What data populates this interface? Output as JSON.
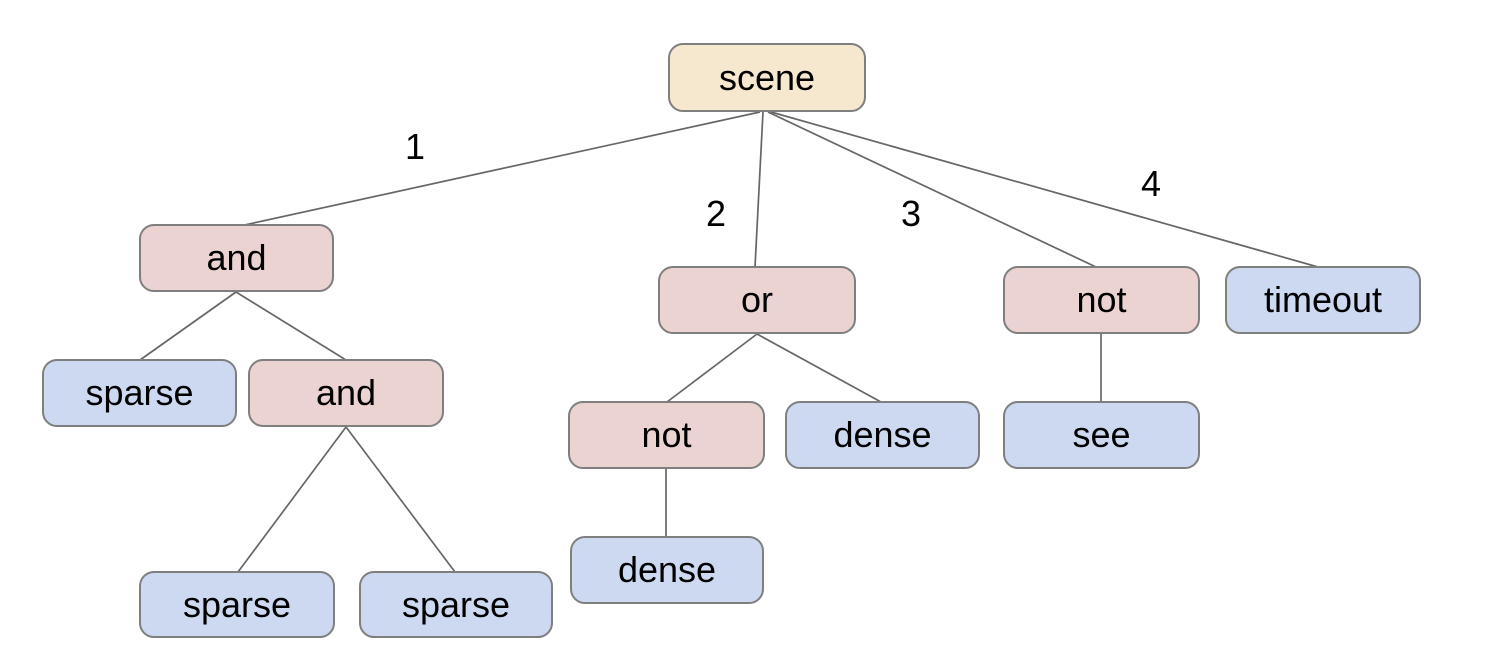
{
  "diagram": {
    "type": "tree",
    "background": "#ffffff",
    "colors": {
      "root_fill": "#f6e8ce",
      "operator_fill": "#ebd3d2",
      "leaf_fill": "#cdd9f1",
      "node_border": "#7f7f7f",
      "edge_line": "#666666",
      "text": "#000000"
    },
    "nodes": {
      "scene": {
        "label": "scene",
        "kind": "root"
      },
      "and1": {
        "label": "and",
        "kind": "operator"
      },
      "or1": {
        "label": "or",
        "kind": "operator"
      },
      "not1": {
        "label": "not",
        "kind": "operator"
      },
      "timeout1": {
        "label": "timeout",
        "kind": "leaf"
      },
      "sparse1": {
        "label": "sparse",
        "kind": "leaf"
      },
      "and2": {
        "label": "and",
        "kind": "operator"
      },
      "not2": {
        "label": "not",
        "kind": "operator"
      },
      "dense1": {
        "label": "dense",
        "kind": "leaf"
      },
      "see1": {
        "label": "see",
        "kind": "leaf"
      },
      "dense2": {
        "label": "dense",
        "kind": "leaf"
      },
      "sparse2": {
        "label": "sparse",
        "kind": "leaf"
      },
      "sparse3": {
        "label": "sparse",
        "kind": "leaf"
      }
    },
    "edge_labels": {
      "e1": "1",
      "e2": "2",
      "e3": "3",
      "e4": "4"
    },
    "structure": {
      "label": "scene",
      "children": [
        {
          "edge": "1",
          "label": "and",
          "children": [
            {
              "label": "sparse"
            },
            {
              "label": "and",
              "children": [
                {
                  "label": "sparse"
                },
                {
                  "label": "sparse"
                }
              ]
            }
          ]
        },
        {
          "edge": "2",
          "label": "or",
          "children": [
            {
              "label": "not",
              "children": [
                {
                  "label": "dense"
                }
              ]
            },
            {
              "label": "dense"
            }
          ]
        },
        {
          "edge": "3",
          "label": "not",
          "children": [
            {
              "label": "see"
            }
          ]
        },
        {
          "edge": "4",
          "label": "timeout"
        }
      ]
    }
  }
}
